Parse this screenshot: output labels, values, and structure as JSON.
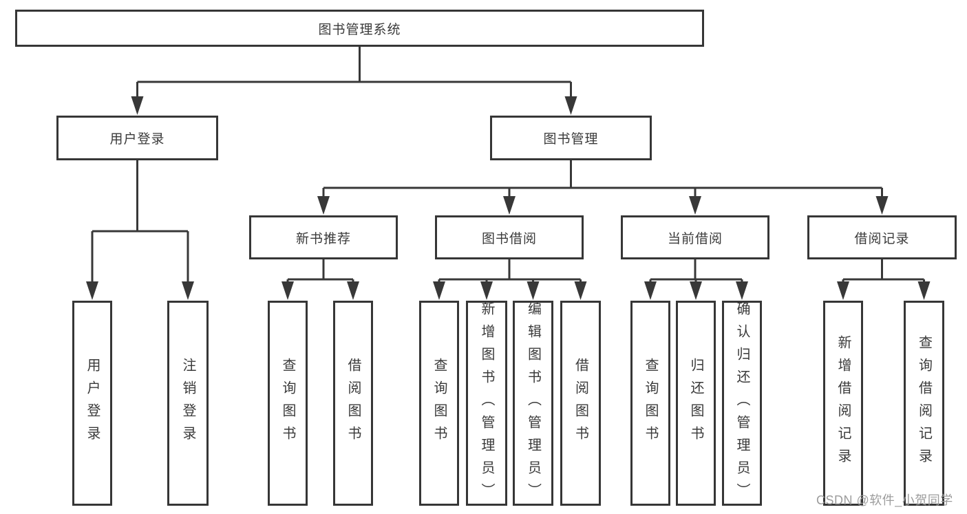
{
  "diagram": {
    "root": {
      "label": "图书管理系统"
    },
    "level2": {
      "user_login": {
        "label": "用户登录"
      },
      "book_management": {
        "label": "图书管理"
      }
    },
    "user_login_children": {
      "user_login": {
        "label": "用户登录"
      },
      "logout": {
        "label": "注销登录"
      }
    },
    "book_management_children": {
      "new_book_recommend": {
        "label": "新书推荐"
      },
      "book_borrow": {
        "label": "图书借阅"
      },
      "current_borrow": {
        "label": "当前借阅"
      },
      "borrow_records": {
        "label": "借阅记录"
      }
    },
    "new_book_recommend_children": {
      "query_books": {
        "label": "查询图书"
      },
      "borrow_books": {
        "label": "借阅图书"
      }
    },
    "book_borrow_children": {
      "query_books": {
        "label": "查询图书"
      },
      "add_books": {
        "label": "新增图书（管理员）"
      },
      "edit_books": {
        "label": "编辑图书（管理员）"
      },
      "borrow_books": {
        "label": "借阅图书"
      }
    },
    "current_borrow_children": {
      "query_books": {
        "label": "查询图书"
      },
      "return_books": {
        "label": "归还图书"
      },
      "confirm_return": {
        "label": "确认归还（管理员）"
      }
    },
    "borrow_records_children": {
      "add_record": {
        "label": "新增借阅记录"
      },
      "query_record": {
        "label": "查询借阅记录"
      }
    }
  },
  "watermark": {
    "text": "CSDN @软件_小贺同学"
  },
  "colors": {
    "line": "#383838",
    "text": "#3a3a3a",
    "node_background": "#ffffff",
    "watermark": "#9c9c9c"
  }
}
